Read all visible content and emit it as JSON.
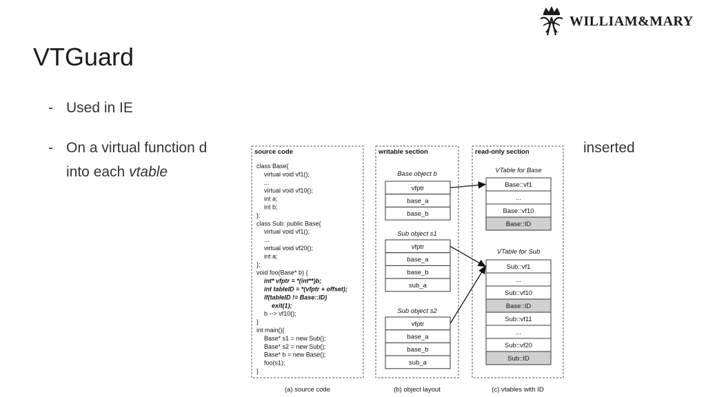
{
  "slide": {
    "title": "VTGuard",
    "bullets": [
      {
        "dash": "-",
        "text": "Used in IE"
      },
      {
        "dash": "-",
        "text_left": "On a virtual function d",
        "text_right": "inserted",
        "line2_prefix": "into each ",
        "line2_italic": "vtable"
      }
    ]
  },
  "logo": {
    "text": "WILLIAM&MARY",
    "crest_icon": "royal-cipher-crown-icon"
  },
  "figure": {
    "panels": {
      "source": {
        "header": "source code",
        "caption": "(a) source code"
      },
      "writable": {
        "header": "writable section",
        "caption": "(b) object layout"
      },
      "readonly": {
        "header": "read-only section",
        "caption": "(c) vtables with ID"
      }
    },
    "code_lines": [
      {
        "text": "class Base{",
        "indent": 0,
        "bold": false
      },
      {
        "text": "virtual void vf1();",
        "indent": 1,
        "bold": false
      },
      {
        "text": "...",
        "indent": 1,
        "bold": false
      },
      {
        "text": "virtual void vf10();",
        "indent": 1,
        "bold": false
      },
      {
        "text": "int a;",
        "indent": 1,
        "bold": false
      },
      {
        "text": "int b;",
        "indent": 1,
        "bold": false
      },
      {
        "text": "};",
        "indent": 0,
        "bold": false
      },
      {
        "text": "class Sub: public Base{",
        "indent": 0,
        "bold": false
      },
      {
        "text": "virtual void vf1();",
        "indent": 1,
        "bold": false
      },
      {
        "text": "...",
        "indent": 1,
        "bold": false
      },
      {
        "text": "virtual void vf20();",
        "indent": 1,
        "bold": false
      },
      {
        "text": "int a;",
        "indent": 1,
        "bold": false
      },
      {
        "text": "};",
        "indent": 0,
        "bold": false
      },
      {
        "text": "void foo(Base* b) {",
        "indent": 0,
        "bold": false
      },
      {
        "text": "int* vfptr = *(int**)b;",
        "indent": 1,
        "bold": true
      },
      {
        "text": "int tableID = *(vfptr + offset);",
        "indent": 1,
        "bold": true
      },
      {
        "text": "if(tableID != Base::ID)",
        "indent": 1,
        "bold": true
      },
      {
        "text": "exit(1);",
        "indent": 2,
        "bold": true
      },
      {
        "text": "b --> vf10();",
        "indent": 1,
        "bold": false
      },
      {
        "text": "}",
        "indent": 0,
        "bold": false
      },
      {
        "text": "int main(){",
        "indent": 0,
        "bold": false
      },
      {
        "text": "Base* s1 = new Sub();",
        "indent": 1,
        "bold": false
      },
      {
        "text": "Base* s2 = new Sub();",
        "indent": 1,
        "bold": false
      },
      {
        "text": "Base* b = new Base();",
        "indent": 1,
        "bold": false
      },
      {
        "text": "foo(s1);",
        "indent": 1,
        "bold": false
      },
      {
        "text": "}",
        "indent": 0,
        "bold": false
      }
    ],
    "objects": [
      {
        "label": "Base object b",
        "fields": [
          "vfptr",
          "base_a",
          "base_b"
        ]
      },
      {
        "label": "Sub object s1",
        "fields": [
          "vfptr",
          "base_a",
          "base_b",
          "sub_a"
        ]
      },
      {
        "label": "Sub object s2",
        "fields": [
          "vfptr",
          "base_a",
          "base_b",
          "sub_a"
        ]
      }
    ],
    "vtables": [
      {
        "label": "VTable for Base",
        "entries": [
          {
            "text": "Base::vf1",
            "id": false
          },
          {
            "text": "...",
            "id": false
          },
          {
            "text": "Base::vf10",
            "id": false
          },
          {
            "text": "Base::ID",
            "id": true
          }
        ]
      },
      {
        "label": "VTable for Sub",
        "entries": [
          {
            "text": "Sub::vf1",
            "id": false
          },
          {
            "text": "...",
            "id": false
          },
          {
            "text": "Sub::vf10",
            "id": false
          },
          {
            "text": "Base::ID",
            "id": true
          },
          {
            "text": "Sub::vf11",
            "id": false
          },
          {
            "text": "...",
            "id": false
          },
          {
            "text": "Sub::vf20",
            "id": false
          },
          {
            "text": "Sub::ID",
            "id": true
          }
        ]
      }
    ],
    "colors": {
      "id_fill": "#d0d0d0",
      "border": "#333333",
      "dashed": "#555555"
    }
  }
}
